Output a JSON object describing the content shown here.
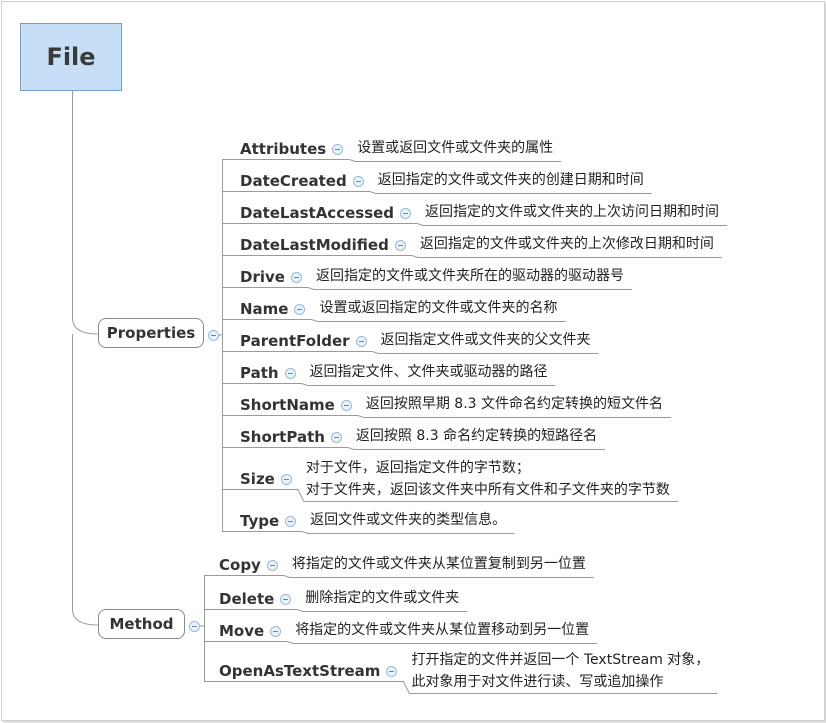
{
  "root": {
    "label": "File"
  },
  "branches": {
    "properties": {
      "label": "Properties",
      "items": [
        {
          "name": "Attributes",
          "desc": [
            "设置或返回文件或文件夹的属性"
          ]
        },
        {
          "name": "DateCreated",
          "desc": [
            "返回指定的文件或文件夹的创建日期和时间"
          ]
        },
        {
          "name": "DateLastAccessed",
          "desc": [
            "返回指定的文件或文件夹的上次访问日期和时间"
          ]
        },
        {
          "name": "DateLastModified",
          "desc": [
            "返回指定的文件或文件夹的上次修改日期和时间"
          ]
        },
        {
          "name": "Drive",
          "desc": [
            "返回指定的文件或文件夹所在的驱动器的驱动器号"
          ]
        },
        {
          "name": "Name",
          "desc": [
            "设置或返回指定的文件或文件夹的名称"
          ]
        },
        {
          "name": "ParentFolder",
          "desc": [
            "返回指定文件或文件夹的父文件夹"
          ]
        },
        {
          "name": "Path",
          "desc": [
            "返回指定文件、文件夹或驱动器的路径"
          ]
        },
        {
          "name": "ShortName",
          "desc": [
            "返回按照早期 8.3 文件命名约定转换的短文件名"
          ]
        },
        {
          "name": "ShortPath",
          "desc": [
            "返回按照 8.3 命名约定转换的短路径名"
          ]
        },
        {
          "name": "Size",
          "desc": [
            "对于文件，返回指定文件的字节数；",
            "对于文件夹，返回该文件夹中所有文件和子文件夹的字节数"
          ]
        },
        {
          "name": "Type",
          "desc": [
            "返回文件或文件夹的类型信息。"
          ]
        }
      ]
    },
    "method": {
      "label": "Method",
      "items": [
        {
          "name": "Copy",
          "desc": [
            "将指定的文件或文件夹从某位置复制到另一位置"
          ]
        },
        {
          "name": "Delete",
          "desc": [
            "删除指定的文件或文件夹"
          ]
        },
        {
          "name": "Move",
          "desc": [
            "将指定的文件或文件夹从某位置移动到另一位置"
          ]
        },
        {
          "name": "OpenAsTextStream",
          "desc": [
            "打开指定的文件并返回一个 TextStream 对象，",
            "此对象用于对文件进行读、写或追加操作"
          ]
        }
      ]
    }
  },
  "icons": {
    "collapse": "collapse-minus-icon"
  },
  "colors": {
    "root_fill": "#c6dff6",
    "root_border": "#6f9fd1",
    "connector": "#9a9a9a"
  }
}
